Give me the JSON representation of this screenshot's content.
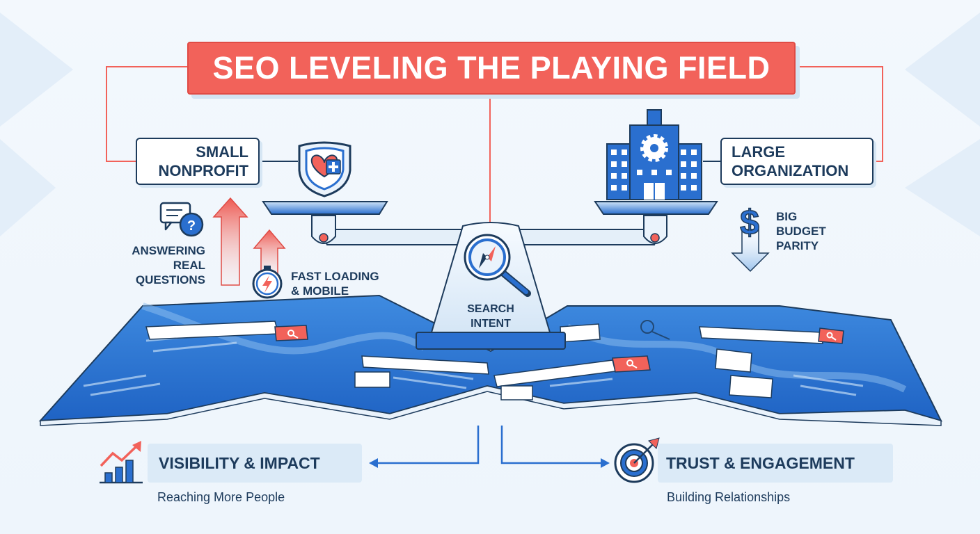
{
  "title": "SEO LEVELING THE PLAYING FIELD",
  "left_side": {
    "label_lines": [
      "SMALL",
      "NONPROFIT"
    ],
    "icon": "shield-heart-icon",
    "factors": [
      {
        "icon": "chat-question-icon",
        "lines": [
          "ANSWERING",
          "REAL",
          "QUESTIONS"
        ]
      },
      {
        "icon": "stopwatch-lightning-icon",
        "lines": [
          "FAST LOADING",
          "& MOBILE"
        ]
      }
    ]
  },
  "right_side": {
    "label_lines": [
      "LARGE",
      "ORGANIZATION"
    ],
    "icon": "office-building-gear-icon",
    "factor": {
      "icon": "dollar-down-arrow-icon",
      "lines": [
        "BIG",
        "BUDGET",
        "PARITY"
      ]
    }
  },
  "center": {
    "icon": "compass-magnifier-icon",
    "lines": [
      "SEARCH",
      "INTENT"
    ]
  },
  "outcomes": [
    {
      "icon": "growth-chart-icon",
      "title": "VISIBILITY & IMPACT",
      "subtitle": "Reaching More People"
    },
    {
      "icon": "target-arrow-icon",
      "title": "TRUST & ENGAGEMENT",
      "subtitle": "Building Relationships"
    }
  ],
  "colors": {
    "accent_red": "#f2625a",
    "navy": "#1d3b5c",
    "blue": "#2a6fcf",
    "light_blue": "#dbeaf7",
    "background": "#f1f7fd"
  }
}
